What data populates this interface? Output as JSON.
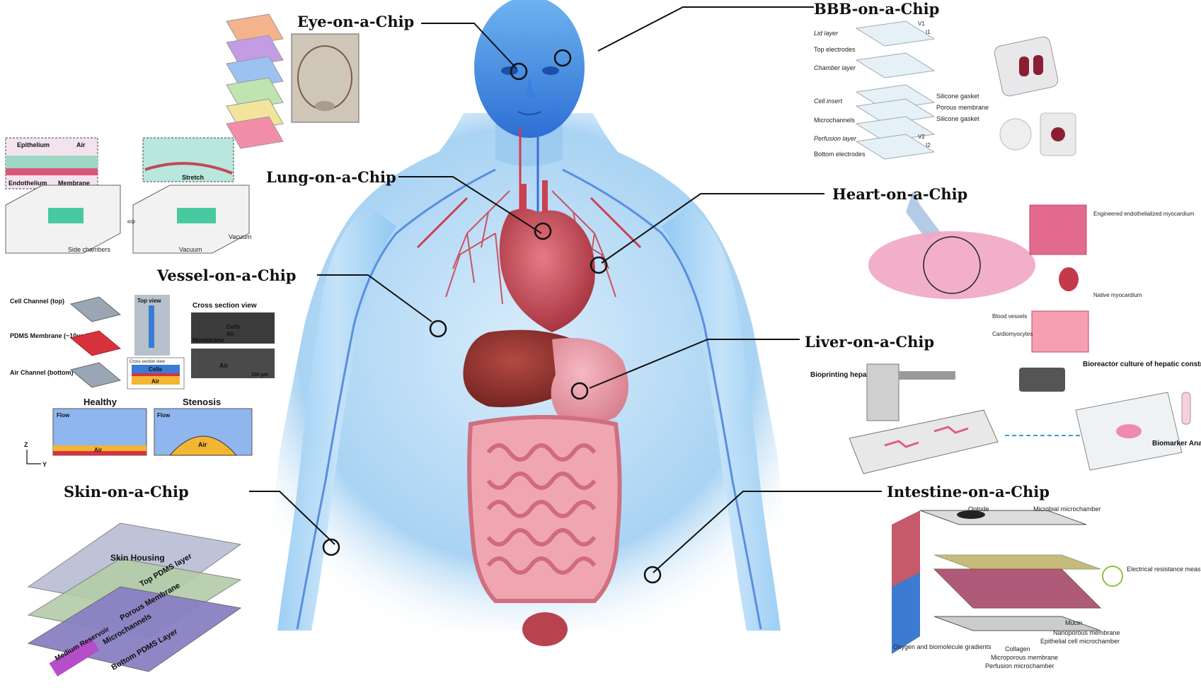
{
  "titles": {
    "eye": "Eye-on-a-Chip",
    "bbb": "BBB-on-a-Chip",
    "lung": "Lung-on-a-Chip",
    "heart": "Heart-on-a-Chip",
    "vessel": "Vessel-on-a-Chip",
    "liver": "Liver-on-a-Chip",
    "skin": "Skin-on-a-Chip",
    "intestine": "Intestine-on-a-Chip"
  },
  "lung": {
    "epithelium": "Epithelium",
    "air": "Air",
    "endothelium": "Endothelium",
    "membrane": "Membrane",
    "stretch": "Stretch",
    "side_chambers": "Side chambers",
    "vacuum_1": "Vacuum",
    "vacuum_2": "Vacuum"
  },
  "bbb": {
    "lid_layer": "Lid layer",
    "top_electrodes": "Top electrodes",
    "chamber_layer": "Chamber layer",
    "cell_insert": "Cell insert",
    "silicone_gasket_1": "Silicone gasket",
    "porous_membrane": "Porous membrane",
    "silicone_gasket_2": "Silicone gasket",
    "microchannels": "Microchannels",
    "perfusion_layer": "Perfusion layer",
    "bottom_electrodes": "Bottom electrodes",
    "v1": "V1",
    "v2": "V2",
    "i1": "I1",
    "i2": "I2"
  },
  "heart": {
    "engineered": "Engineered endothelialized myocardium",
    "native": "Native myocardium",
    "blood_vessels": "Blood vessels",
    "cardiomyocytes": "Cardiomyocytes"
  },
  "vessel": {
    "cell_channel": "Cell Channel (top)",
    "pdms_membrane": "PDMS Membrane (~10μm)",
    "air_channel": "Air Channel (bottom)",
    "top_view": "Top view",
    "cross_section_view": "Cross section view",
    "cross_section_view_small": "Cross section view",
    "cells": "Cells",
    "membrane": "Membrane",
    "air": "Air",
    "cells_2": "Cells",
    "air_2": "Air",
    "air_3": "Air",
    "scale": "100 μm",
    "healthy": "Healthy",
    "stenosis": "Stenosis",
    "flow_1": "Flow",
    "flow_2": "Flow",
    "air_healthy": "Air",
    "air_stenosis": "Air",
    "axis_z": "Z",
    "axis_y": "Y"
  },
  "liver": {
    "bioprinting": "Bioprinting hepatic construct",
    "bioreactor": "Bioreactor culture of hepatic construct",
    "biomarker": "Biomarker Analysis"
  },
  "skin": {
    "skin_housing": "Skin Housing",
    "top_pdms": "Top PDMS layer",
    "porous_membrane": "Porous Membrane",
    "microchannels": "Microchannels",
    "medium_reservoir": "Medium Reservoir",
    "bottom_pdms": "Bottom PDMS Layer"
  },
  "intestine": {
    "optode": "Optode",
    "microbial_microchamber": "Microbial microchamber",
    "electrical": "Electrical resistance measurement",
    "mucin": "Mucin",
    "nanoporous": "Nanoporous membrane",
    "epithelial": "Epithelial cell microchamber",
    "collagen": "Collagen",
    "microporous": "Microporous membrane",
    "perfusion": "Perfusion microchamber",
    "oxygen": "Oxygen and biomolecule gradients"
  },
  "colors": {
    "body_blue": "#3f8fe0",
    "organ_red": "#c0484f",
    "intestine_pink": "#e58e9c",
    "liver_brown": "#8a2e2a",
    "vessel_blue": "#4a86d8",
    "stenosis_yellow": "#f2b632"
  }
}
